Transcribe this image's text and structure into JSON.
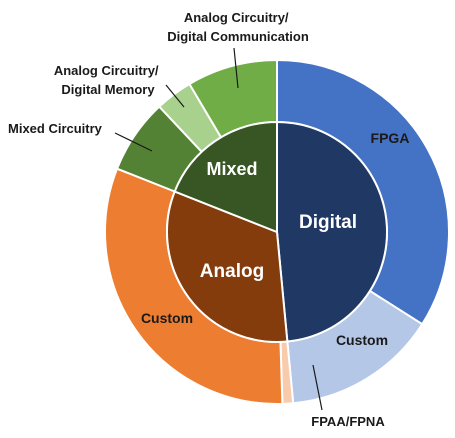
{
  "chart_data": {
    "type": "sunburst",
    "inner": [
      {
        "name": "Digital",
        "value": 48.5,
        "color": "#203864"
      },
      {
        "name": "Analog",
        "value": 32.5,
        "color": "#843c0c"
      },
      {
        "name": "Mixed",
        "value": 19.0,
        "color": "#375623"
      }
    ],
    "outer": [
      {
        "name": "FPGA",
        "parent": "Digital",
        "value": 34.0,
        "color": "#4472c4"
      },
      {
        "name": "Custom",
        "parent": "Digital",
        "value": 14.5,
        "color": "#b4c7e7"
      },
      {
        "name": "FPAA/FPNA",
        "parent": "Analog",
        "value": 1.0,
        "color": "#f8cbad"
      },
      {
        "name": "Custom",
        "parent": "Analog",
        "value": 31.5,
        "color": "#ed7d31"
      },
      {
        "name": "Mixed Circuitry",
        "parent": "Mixed",
        "value": 7.0,
        "color": "#548235"
      },
      {
        "name": "Analog Circuitry/\nDigital Memory",
        "parent": "Mixed",
        "value": 3.5,
        "color": "#a9d18e"
      },
      {
        "name": "Analog Circuitry/\nDigital Communication",
        "parent": "Mixed",
        "value": 8.5,
        "color": "#70ad47"
      }
    ]
  }
}
